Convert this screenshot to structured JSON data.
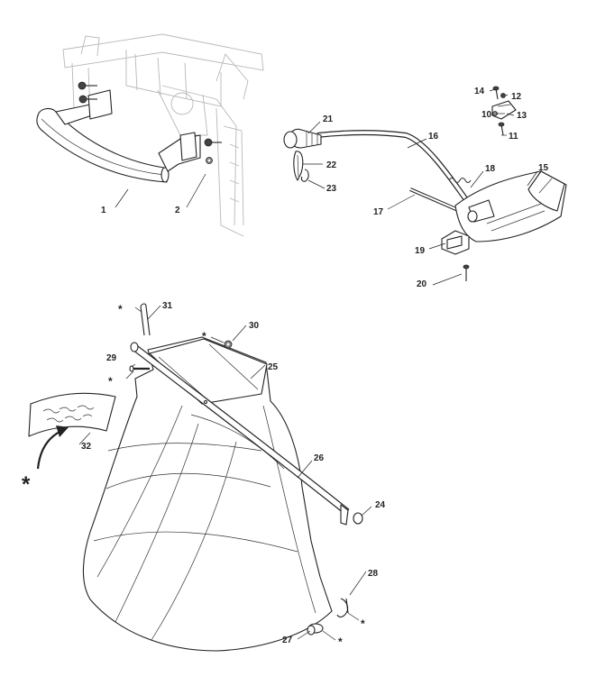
{
  "callouts": {
    "c1": "1",
    "c2": "2",
    "c10": "10",
    "c11": "11",
    "c12": "12",
    "c13": "13",
    "c14": "14",
    "c15": "15",
    "c16": "16",
    "c17": "17",
    "c18": "18",
    "c19": "19",
    "c20": "20",
    "c21": "21",
    "c22": "22",
    "c23": "23",
    "c24": "24",
    "c25": "25",
    "c26": "26",
    "c27": "27",
    "c28": "28",
    "c29": "29",
    "c30": "30",
    "c31": "31",
    "c32": "32"
  },
  "markers": {
    "asterisk": "*"
  }
}
